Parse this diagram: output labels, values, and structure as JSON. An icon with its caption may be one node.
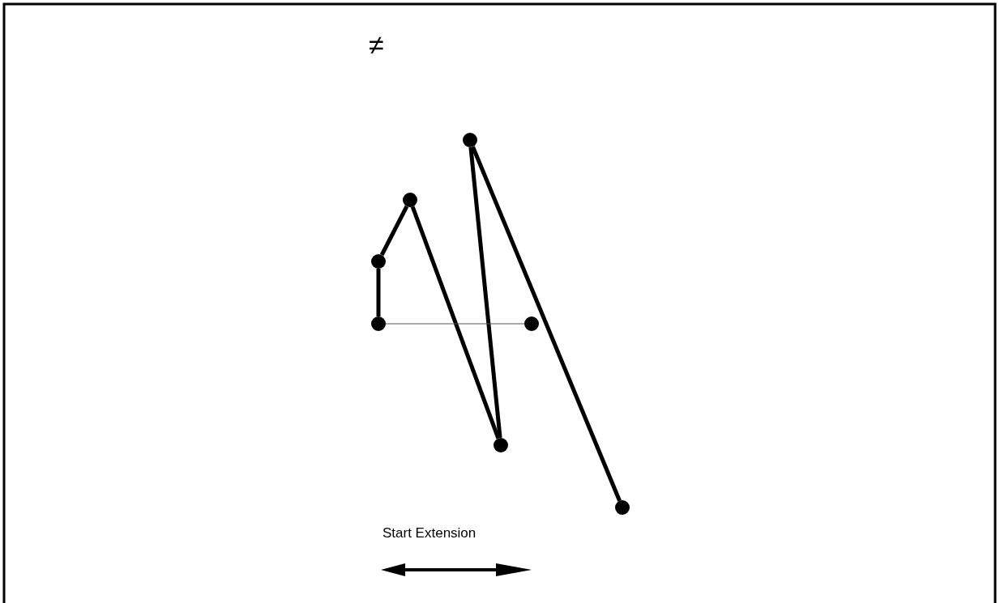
{
  "diagram": {
    "nodes": [
      {
        "text": [],
        "shape": "circle"
      },
      {
        "text": [],
        "shape": "circle"
      },
      {
        "text": [],
        "shape": "circle"
      },
      {
        "text": [],
        "shape": "circle"
      },
      {
        "text": [],
        "shape": "circle"
      },
      {
        "text": [],
        "shape": "circle"
      },
      {
        "text": [],
        "shape": "circle"
      }
    ],
    "edges": [
      {
        "from": 1,
        "to": 0,
        "arrow": "none"
      },
      {
        "from": 0,
        "to": 2,
        "arrow": "none"
      },
      {
        "from": 2,
        "to": 4,
        "arrow": "none"
      },
      {
        "from": 4,
        "to": 3,
        "arrow": "none"
      },
      {
        "from": 3,
        "to": 6,
        "arrow": "none"
      },
      {
        "from": 1,
        "to": 5,
        "arrow": "none",
        "color": "#555555"
      }
    ],
    "labels": [
      "≠",
      "Start Extension"
    ]
  }
}
